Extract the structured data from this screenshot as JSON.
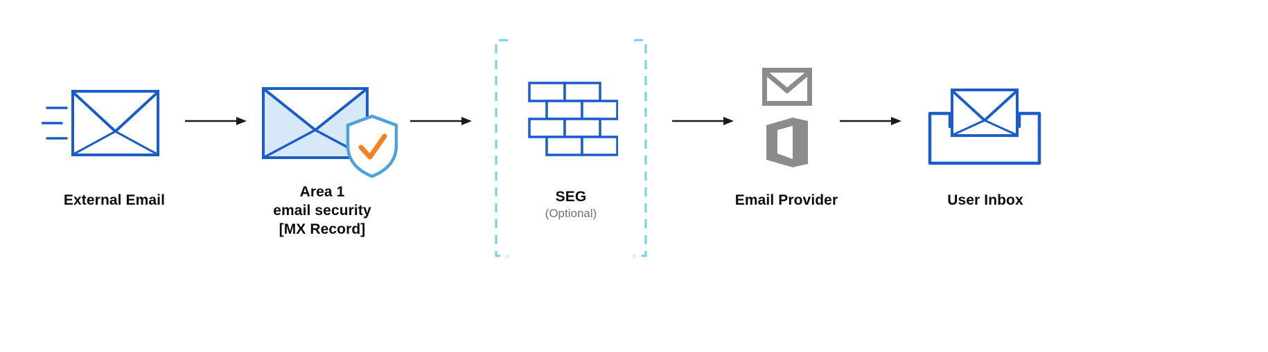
{
  "nodes": {
    "external_email": {
      "label": "External Email"
    },
    "area1": {
      "lines": [
        "Area 1",
        "email security",
        "[MX Record]"
      ]
    },
    "seg": {
      "label": "SEG",
      "sublabel": "(Optional)"
    },
    "email_provider": {
      "label": "Email Provider"
    },
    "user_inbox": {
      "label": "User Inbox"
    }
  },
  "icons": {
    "external_email": "envelope-with-speed-lines-icon",
    "area1": "envelope-shield-check-icon",
    "seg": "brick-wall-icon",
    "seg_container": "dashed-optional-bracket",
    "email_provider": [
      "gmail-icon",
      "office-icon"
    ],
    "user_inbox": "envelope-in-tray-icon",
    "connector": "right-arrow-icon"
  },
  "colors": {
    "primary_blue": "#1A5DC8",
    "light_blue_fill": "#D7E9F8",
    "shield_blue": "#4FA0DB",
    "dashed_cyan": "#6FD0E8",
    "check_orange": "#F6821F",
    "provider_gray": "#8C8C8C",
    "arrow_black": "#1A1A1A",
    "text": "#0C0D0F",
    "muted_text": "#707073",
    "background": "#FFFFFF"
  }
}
